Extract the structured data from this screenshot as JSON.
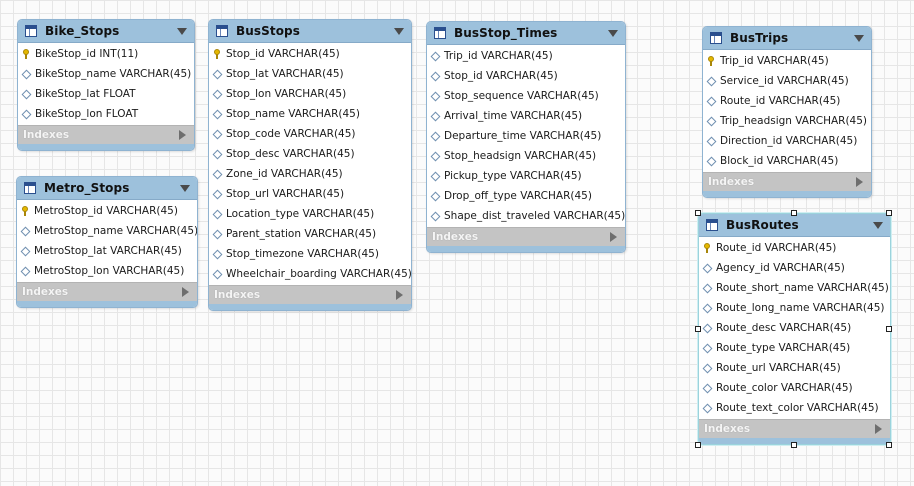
{
  "indexes_label": "Indexes",
  "tables": [
    {
      "name": "Bike_Stops",
      "columns": [
        {
          "text": "BikeStop_id INT(11)",
          "key": true
        },
        {
          "text": "BikeStop_name VARCHAR(45)",
          "key": false
        },
        {
          "text": "BikeStop_lat FLOAT",
          "key": false
        },
        {
          "text": "BikeStop_lon FLOAT",
          "key": false
        }
      ]
    },
    {
      "name": "Metro_Stops",
      "columns": [
        {
          "text": "MetroStop_id VARCHAR(45)",
          "key": true
        },
        {
          "text": "MetroStop_name VARCHAR(45)",
          "key": false
        },
        {
          "text": "MetroStop_lat VARCHAR(45)",
          "key": false
        },
        {
          "text": "MetroStop_lon VARCHAR(45)",
          "key": false
        }
      ]
    },
    {
      "name": "BusStops",
      "columns": [
        {
          "text": "Stop_id VARCHAR(45)",
          "key": true
        },
        {
          "text": "Stop_lat VARCHAR(45)",
          "key": false
        },
        {
          "text": "Stop_lon VARCHAR(45)",
          "key": false
        },
        {
          "text": "Stop_name VARCHAR(45)",
          "key": false
        },
        {
          "text": "Stop_code VARCHAR(45)",
          "key": false
        },
        {
          "text": "Stop_desc VARCHAR(45)",
          "key": false
        },
        {
          "text": "Zone_id VARCHAR(45)",
          "key": false
        },
        {
          "text": "Stop_url VARCHAR(45)",
          "key": false
        },
        {
          "text": "Location_type VARCHAR(45)",
          "key": false
        },
        {
          "text": "Parent_station VARCHAR(45)",
          "key": false
        },
        {
          "text": "Stop_timezone VARCHAR(45)",
          "key": false
        },
        {
          "text": "Wheelchair_boarding VARCHAR(45)",
          "key": false
        }
      ]
    },
    {
      "name": "BusStop_Times",
      "columns": [
        {
          "text": "Trip_id VARCHAR(45)",
          "key": false
        },
        {
          "text": "Stop_id VARCHAR(45)",
          "key": false
        },
        {
          "text": "Stop_sequence VARCHAR(45)",
          "key": false
        },
        {
          "text": "Arrival_time VARCHAR(45)",
          "key": false
        },
        {
          "text": "Departure_time VARCHAR(45)",
          "key": false
        },
        {
          "text": "Stop_headsign VARCHAR(45)",
          "key": false
        },
        {
          "text": "Pickup_type VARCHAR(45)",
          "key": false
        },
        {
          "text": "Drop_off_type VARCHAR(45)",
          "key": false
        },
        {
          "text": "Shape_dist_traveled VARCHAR(45)",
          "key": false
        }
      ]
    },
    {
      "name": "BusTrips",
      "columns": [
        {
          "text": "Trip_id VARCHAR(45)",
          "key": true
        },
        {
          "text": "Service_id VARCHAR(45)",
          "key": false
        },
        {
          "text": "Route_id VARCHAR(45)",
          "key": false
        },
        {
          "text": "Trip_headsign VARCHAR(45)",
          "key": false
        },
        {
          "text": "Direction_id VARCHAR(45)",
          "key": false
        },
        {
          "text": "Block_id VARCHAR(45)",
          "key": false
        }
      ]
    },
    {
      "name": "BusRoutes",
      "columns": [
        {
          "text": "Route_id VARCHAR(45)",
          "key": true
        },
        {
          "text": "Agency_id VARCHAR(45)",
          "key": false
        },
        {
          "text": "Route_short_name VARCHAR(45)",
          "key": false
        },
        {
          "text": "Route_long_name VARCHAR(45)",
          "key": false
        },
        {
          "text": "Route_desc VARCHAR(45)",
          "key": false
        },
        {
          "text": "Route_type VARCHAR(45)",
          "key": false
        },
        {
          "text": "Route_url VARCHAR(45)",
          "key": false
        },
        {
          "text": "Route_color VARCHAR(45)",
          "key": false
        },
        {
          "text": "Route_text_color VARCHAR(45)",
          "key": false
        }
      ]
    }
  ]
}
